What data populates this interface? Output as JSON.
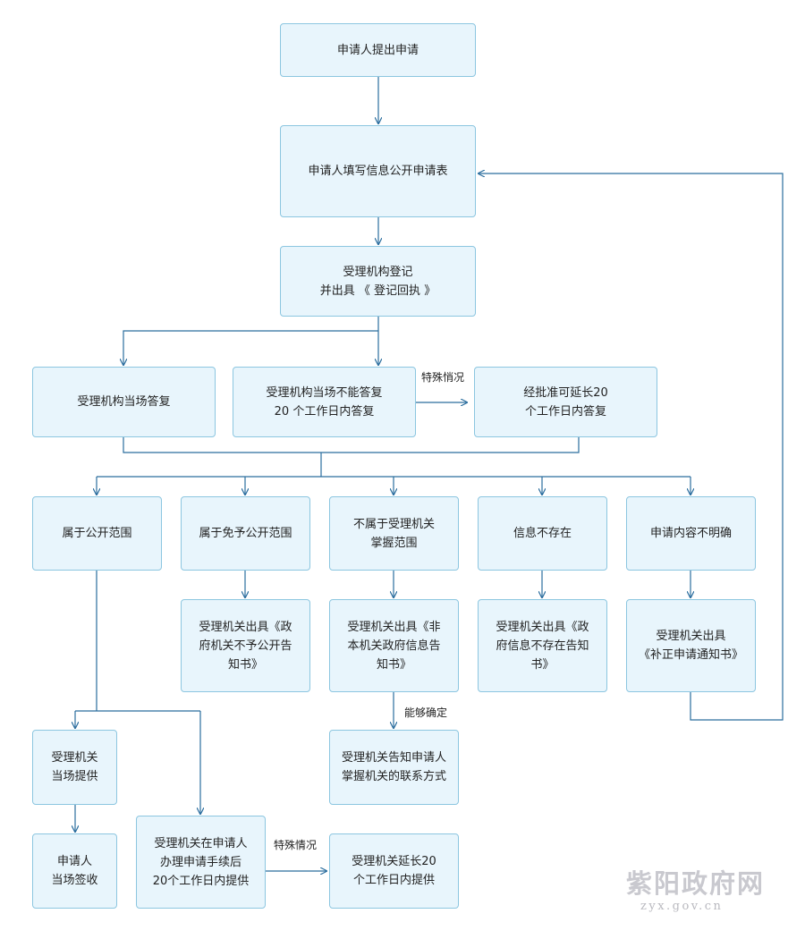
{
  "nodes": {
    "apply": "申请人提出申请",
    "fill_form": "申请人填写信息公开申请表",
    "register": "受理机构登记\n并出具 《 登记回执 》",
    "reply_on_site": "受理机构当场答复",
    "reply_20days": "受理机构当场不能答复\n20 个工作日内答复",
    "extend_20": "经批准可延长20\n个工作日内答复",
    "public_scope": "属于公开范围",
    "exempt_scope": "属于免予公开范围",
    "not_in_scope": "不属于受理机关\n掌握范围",
    "not_exist": "信息不存在",
    "unclear": "申请内容不明确",
    "notice_exempt": "受理机关出具《政\n府机关不予公开告\n知书》",
    "notice_not_own": "受理机关出具《非\n本机关政府信息告\n知书》",
    "notice_not_exist": "受理机关出具《政\n府信息不存在告知\n书》",
    "notice_correct": "受理机关出具\n《补正申请通知书》",
    "provide_on_site": "受理机关\n当场提供",
    "sign_on_site": "申请人\n当场签收",
    "provide_20days": "受理机关在申请人\n办理申请手续后\n20个工作日内提供",
    "provide_extend": "受理机关延长20\n个工作日内提供",
    "inform_contact": "受理机关告知申请人\n掌握机关的联系方式"
  },
  "edge_labels": {
    "special_1": "特殊悄况",
    "can_determine": "能够确定",
    "special_2": "特殊情况"
  },
  "watermark": {
    "name": "紫阳政府网",
    "domain": "zyx.gov.cn"
  },
  "colors": {
    "box_fill": "#e8f5fc",
    "box_border": "#8cc6e0",
    "line": "#2a6d9e"
  }
}
